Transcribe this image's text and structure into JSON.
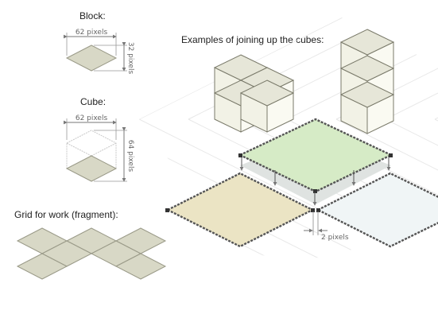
{
  "labels": {
    "block_title": "Block:",
    "cube_title": "Cube:",
    "grid_title": "Grid for work (fragment):",
    "join_title": "Examples of joining up the cubes:"
  },
  "dimensions": {
    "block_width": "62 pixels",
    "block_height": "32 pixels",
    "cube_width": "62 pixels",
    "cube_height": "64 pixels",
    "gap": "2 pixels"
  },
  "colors": {
    "tile_fill": "#d8d8c6",
    "tile_stroke": "#9a9a88",
    "cube_top": "#e6e6d8",
    "cube_left": "#f2f2e6",
    "cube_right": "#fafaf2",
    "green_tile": "#d6ebc6",
    "tan_tile": "#ebe4c4",
    "blue_tile": "#f0f5f6",
    "grey_tile": "#dfe3e1",
    "pixel_edge": "#555555",
    "dim_line": "#777777"
  }
}
